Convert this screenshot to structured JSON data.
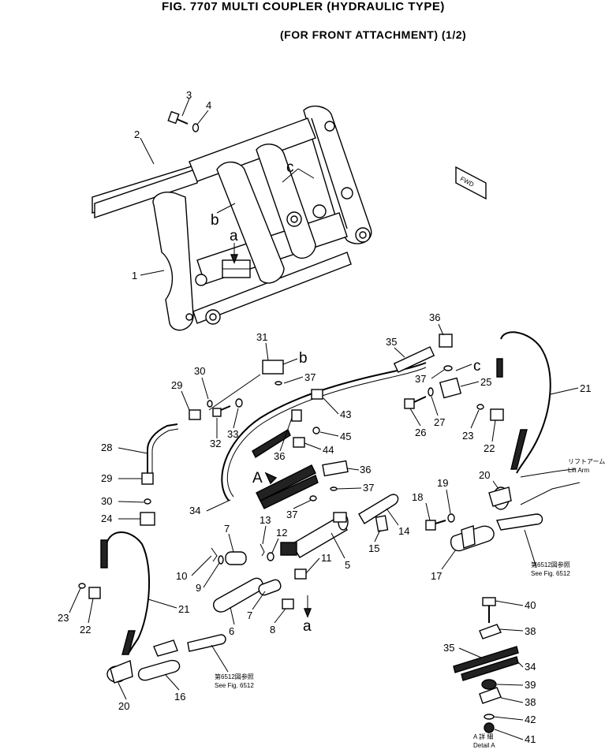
{
  "title": "FIG. 7707  MULTI COUPLER (HYDRAULIC TYPE)",
  "subtitle": "(FOR FRONT ATTACHMENT) (1/2)",
  "labels": {
    "n1": "1",
    "n2": "2",
    "n3": "3",
    "n4": "4",
    "n5": "5",
    "n6": "6",
    "n7a": "7",
    "n7b": "7",
    "n8": "8",
    "n9": "9",
    "n10": "10",
    "n11": "11",
    "n12": "12",
    "n13": "13",
    "n14": "14",
    "n15": "15",
    "n16": "16",
    "n17": "17",
    "n18": "18",
    "n19": "19",
    "n20a": "20",
    "n20b": "20",
    "n21a": "21",
    "n21b": "21",
    "n22a": "22",
    "n22b": "22",
    "n23a": "23",
    "n23b": "23",
    "n24": "24",
    "n25": "25",
    "n26": "26",
    "n27": "27",
    "n28": "28",
    "n29a": "29",
    "n29b": "29",
    "n30a": "30",
    "n30b": "30",
    "n31": "31",
    "n32": "32",
    "n33": "33",
    "n34a": "34",
    "n34b": "34",
    "n35a": "35",
    "n35b": "35",
    "n36a": "36",
    "n36b": "36",
    "n36c": "36",
    "n37a": "37",
    "n37b": "37",
    "n37c": "37",
    "n37d": "37",
    "n38a": "38",
    "n38b": "38",
    "n39": "39",
    "n40": "40",
    "n41": "41",
    "n42": "42",
    "n43": "43",
    "n44": "44",
    "n45": "45",
    "la": "a",
    "la2": "a",
    "lb": "b",
    "lb2": "b",
    "lc": "c",
    "lc2": "c",
    "lA": "A",
    "fwd": "FWD"
  },
  "notes": {
    "see_fig_jp_right": "第6512図参照",
    "see_fig_right": "See  Fig. 6512",
    "see_fig_jp_left": "第6512図参照",
    "see_fig_left": "See  Fig. 6512",
    "lift_arm_jp": "リフトアーム",
    "lift_arm": "Lift  Arm",
    "detail_jp": "A  詳 細",
    "detail": "Detail  A"
  }
}
